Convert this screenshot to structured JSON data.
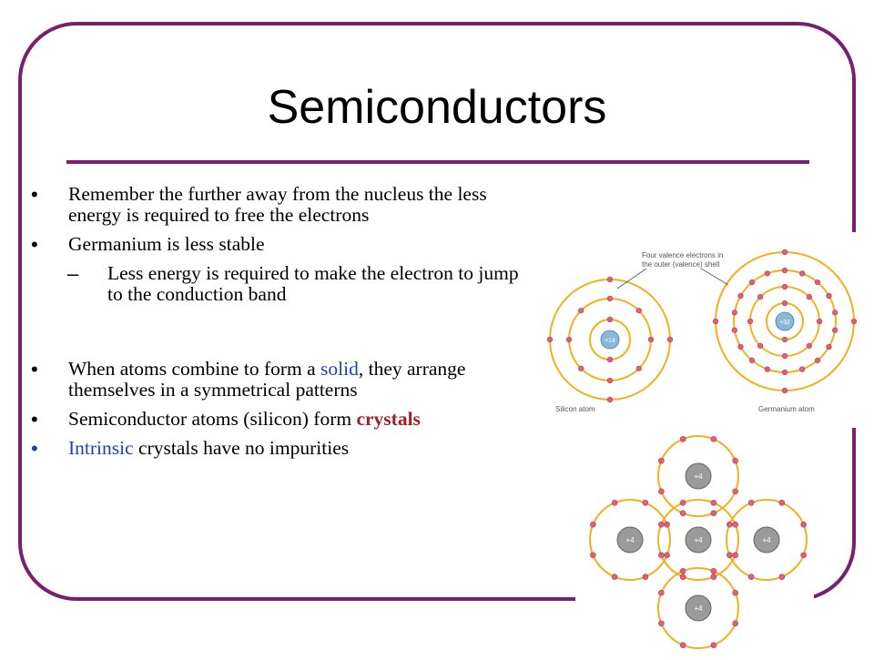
{
  "slide": {
    "title": "Semiconductors",
    "bullets": [
      {
        "text": "Remember the further away from the nucleus the less energy is required to free the electrons"
      },
      {
        "text": "Germanium is less stable"
      },
      {
        "text": "Less energy is required to make the electron to jump to the conduction band"
      },
      {
        "pre": "When atoms combine to form a ",
        "highlight": "solid",
        "post": ", they arrange themselves in a symmetrical patterns"
      },
      {
        "pre": "Semiconductor atoms (silicon) form ",
        "highlight": "crystals"
      },
      {
        "highlight": "Intrinsic",
        "post": " crystals have no impurities"
      }
    ]
  },
  "figure_atoms": {
    "annotation_line1": "Four valence electrons in",
    "annotation_line2": "the outer (valence) shell",
    "silicon_label": "Silicon atom",
    "germanium_label": "Germanium atom",
    "silicon_nucleus": "+14",
    "germanium_nucleus": "+32"
  },
  "figure_crystal": {
    "nucleus_label": "+4"
  },
  "colors": {
    "frame": "#7a1f6e",
    "highlight_blue": "#1f3fbf",
    "highlight_red": "#a51e22",
    "orbit": "#f2b01e",
    "electron": "#e0607a",
    "nucleus": "#8ab8dd"
  }
}
